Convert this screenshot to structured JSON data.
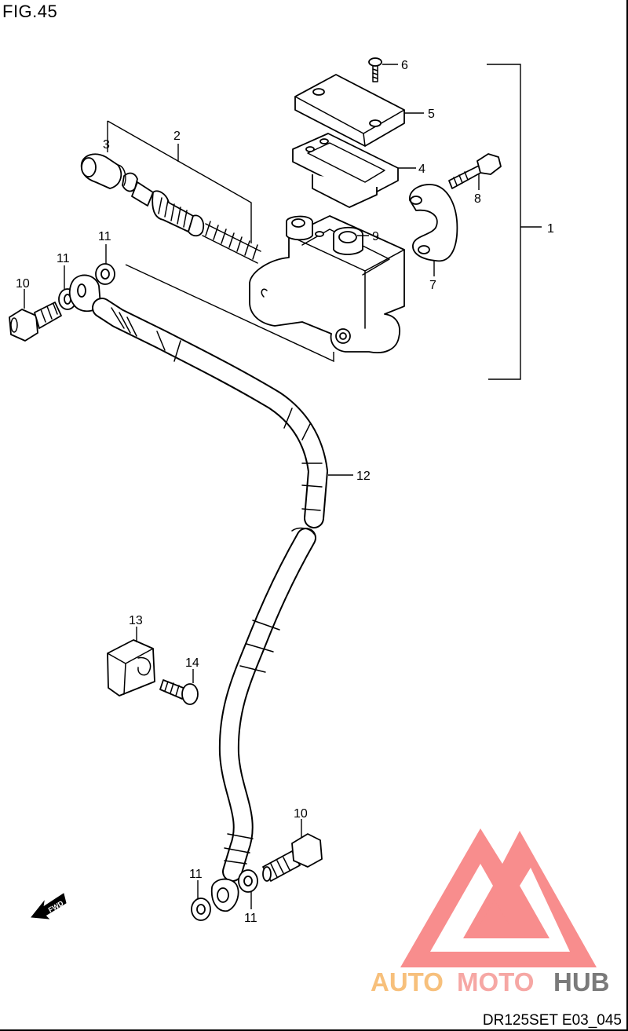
{
  "figure": {
    "title": "FIG.45",
    "drawing_code": "DR125SET E03_045"
  },
  "callouts": [
    {
      "id": "c1",
      "text": "1"
    },
    {
      "id": "c2",
      "text": "2"
    },
    {
      "id": "c3",
      "text": "3"
    },
    {
      "id": "c4",
      "text": "4"
    },
    {
      "id": "c5",
      "text": "5"
    },
    {
      "id": "c6",
      "text": "6"
    },
    {
      "id": "c7",
      "text": "7"
    },
    {
      "id": "c8",
      "text": "8"
    },
    {
      "id": "c9",
      "text": "9"
    },
    {
      "id": "c10a",
      "text": "10"
    },
    {
      "id": "c10b",
      "text": "10"
    },
    {
      "id": "c11a",
      "text": "11"
    },
    {
      "id": "c11b",
      "text": "11"
    },
    {
      "id": "c11c",
      "text": "11"
    },
    {
      "id": "c11d",
      "text": "11"
    },
    {
      "id": "c12",
      "text": "12"
    },
    {
      "id": "c13",
      "text": "13"
    },
    {
      "id": "c14",
      "text": "14"
    }
  ],
  "fwd_arrow": {
    "label": "FWD"
  },
  "watermark": {
    "part1": "AUTO",
    "part2": "MOTO",
    "part3": "HUB",
    "colors": {
      "part1": "#f7c07c",
      "part2": "#f6a7a4",
      "part3": "#7a7a7a",
      "logo": "#f77a7a"
    }
  }
}
